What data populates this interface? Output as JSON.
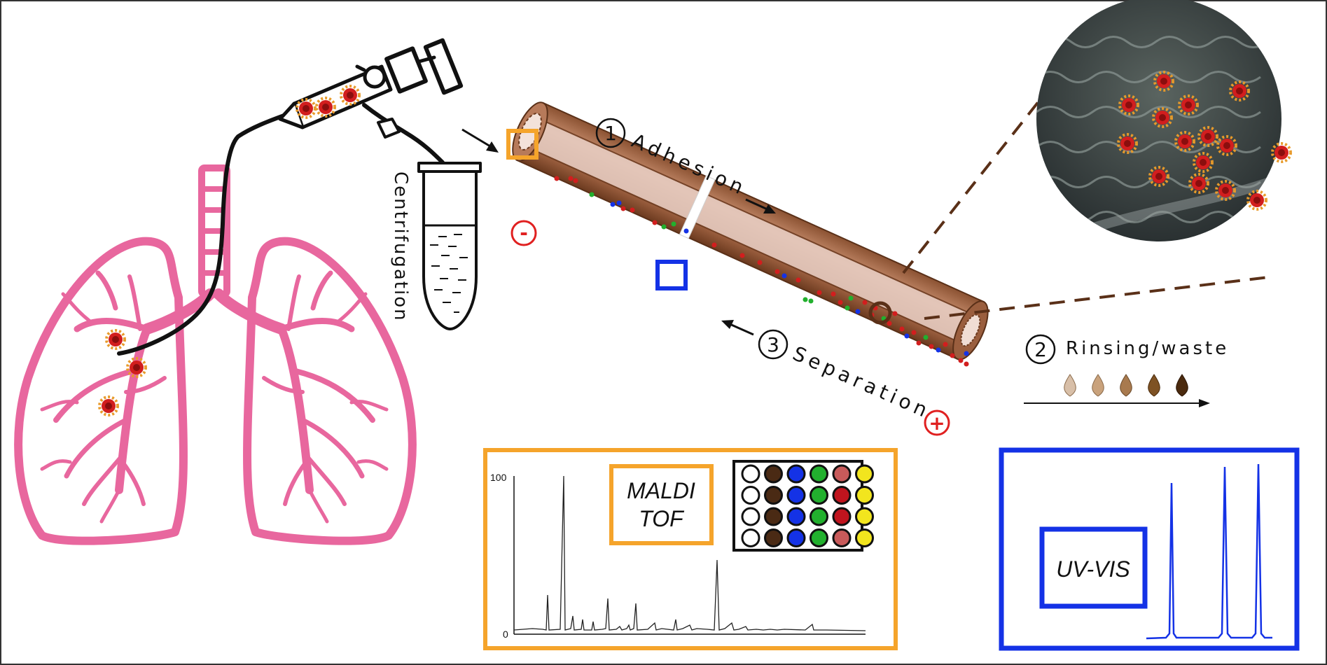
{
  "labels": {
    "centrifugation": "Centrifugation",
    "step1_num": "1",
    "step1": "Adhesion",
    "step2_num": "2",
    "step2": "Rinsing/waste",
    "step3_num": "3",
    "step3": "Separation",
    "minus": "-",
    "plus": "+",
    "maldi_line1": "MALDI",
    "maldi_line2": "TOF",
    "uvvis": "UV-VIS",
    "axis_100": "100",
    "axis_0": "0"
  },
  "colors": {
    "lung": "#E8679E",
    "capillary_dark": "#6B3A1F",
    "capillary_mid": "#A8694A",
    "capillary_light": "#C9907A",
    "maldi_frame": "#F5A42B",
    "uv_frame": "#1432E6",
    "bacteria": "#D21E1E",
    "electrode": "#E02020"
  },
  "maldi_plate": {
    "columns": [
      "#ffffff",
      "#4A2A14",
      "#1432E6",
      "#22B02E",
      "#C85A5A",
      "#F2E51E"
    ]
  },
  "droplets": [
    "#D8BFA8",
    "#C9A27C",
    "#A87A4E",
    "#7E5224",
    "#4B2A0E"
  ]
}
